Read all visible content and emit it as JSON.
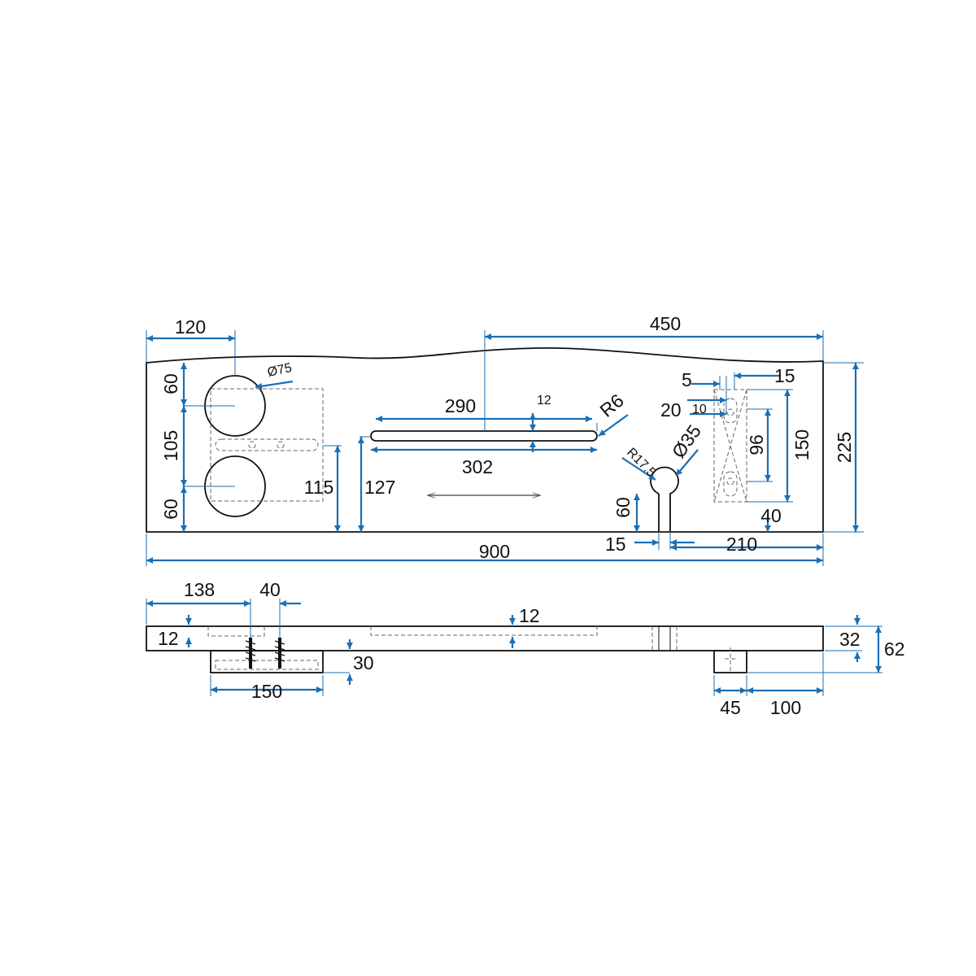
{
  "colors": {
    "dimension": "#1a6fb5",
    "outline": "#111111",
    "hidden": "#666666"
  },
  "top_view": {
    "width": "900",
    "depth": "225",
    "hole_offset": "120",
    "hole_top_gap": "60",
    "hole_spacing": "105",
    "hole_bottom_gap": "60",
    "hole_diameter": "Ø75",
    "slot_offset": "450",
    "slot_inner_length": "290",
    "slot_outer_length": "302",
    "slot_width": "12",
    "slot_radius": "R6",
    "bracket_height": "115",
    "slot_height": "127",
    "keyhole_radius": "R17.5",
    "keyhole_diameter": "Ø35",
    "keyhole_slot_length": "60",
    "keyhole_slot_width": "15",
    "keyhole_offset": "210",
    "hanger_dim_5": "5",
    "hanger_dim_15": "15",
    "hanger_dim_20": "20",
    "hanger_dim_10": "10",
    "hanger_hole_spacing": "96",
    "hanger_length": "150",
    "hanger_offset": "40"
  },
  "side_view": {
    "bracket_offset": "138",
    "bracket_flange": "40",
    "recess_depth_left": "12",
    "groove_depth": "12",
    "bracket_height": "30",
    "bracket_width": "150",
    "board_thickness": "32",
    "total_height": "62",
    "block_width": "45",
    "block_offset": "100"
  }
}
